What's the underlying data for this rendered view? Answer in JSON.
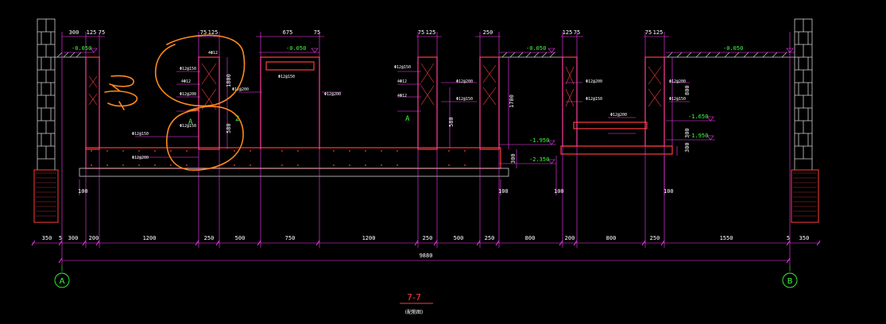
{
  "drawing": {
    "title": "7-7",
    "subtitle": "(配筋图)",
    "axis_left": "A",
    "axis_right": "B",
    "section_mark_left": "A",
    "section_mark_right": "A",
    "section_mark_small": "2"
  },
  "bottom_dims": [
    "350",
    "5",
    "300",
    "200",
    "1200",
    "250",
    "500",
    "750",
    "1200",
    "250",
    "500",
    "250",
    "800",
    "200",
    "800",
    "250",
    "1550",
    "5",
    "350"
  ],
  "overall_dim": "9880",
  "top_dims": [
    "300",
    "125",
    "75",
    "75",
    "125",
    "675",
    "75",
    "75",
    "125",
    "250",
    "125",
    "75",
    "75",
    "125"
  ],
  "levels": [
    "-0.050",
    "-0.050",
    "-0.050",
    "-0.050",
    "-1.950",
    "-2.350",
    "-1.650",
    "-1.950"
  ],
  "vertical_dims": [
    "1800",
    "300",
    "580",
    "1700",
    "580",
    "800",
    "300",
    "300"
  ],
  "small_dims": [
    "100",
    "100",
    "100",
    "100"
  ],
  "rebar_labels": [
    "Φ12@150",
    "Φ12@200",
    "Φ12@150",
    "Φ12@200",
    "Φ12@150",
    "Φ12@200",
    "Φ12@150",
    "Φ12@200",
    "Φ12@150",
    "Φ12@200",
    "Φ12@150",
    "Φ12@200",
    "Φ12@150",
    "Φ12@200",
    "Φ12@150",
    "Φ12@200"
  ],
  "bar_marks": [
    "4Φ12",
    "4Φ12",
    "4Φ12",
    "4Φ12"
  ],
  "colors": {
    "background": "#000000",
    "concrete": "#ff3c3c",
    "dimension": "#ff3cff",
    "level": "#3cff3c",
    "annotation": "#ff8a1e",
    "masonry": "#d0d0d0",
    "text": "#ffffff"
  }
}
